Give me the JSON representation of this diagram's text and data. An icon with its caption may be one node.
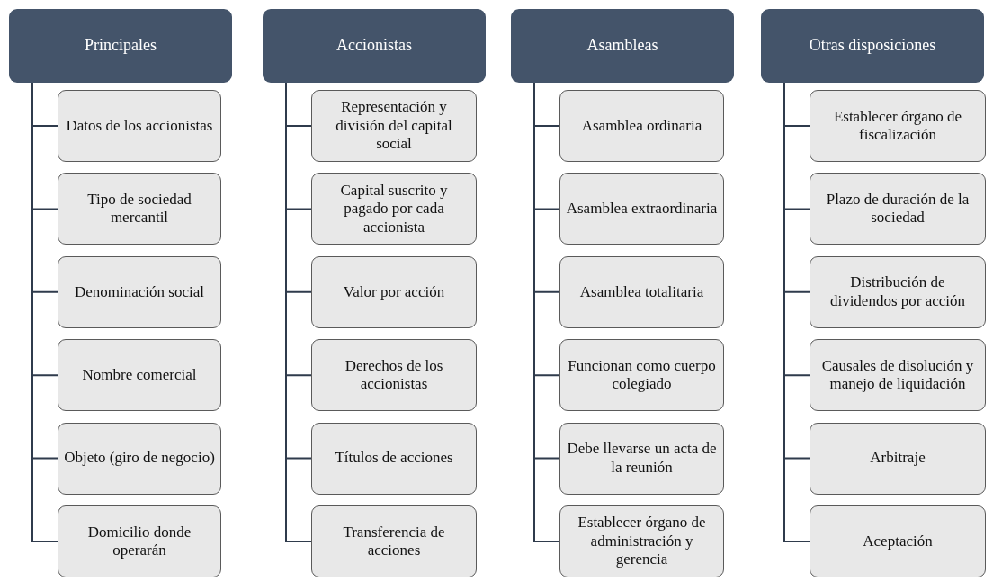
{
  "diagram": {
    "nodes": [
      {
        "text": [
          "Principales"
        ]
      },
      {
        "text": [
          "Datos de los accionistas"
        ]
      },
      {
        "text": [
          "Tipo de sociedad mercantil"
        ]
      },
      {
        "text": [
          "Denominación social"
        ]
      },
      {
        "text": [
          "Nombre comercial"
        ]
      },
      {
        "text": [
          "Objeto (giro de negocio)"
        ]
      },
      {
        "text": [
          "Domicilio donde operarán"
        ]
      },
      {
        "text": [
          "Accionistas"
        ]
      },
      {
        "text": [
          "Representación y división del capital social"
        ]
      },
      {
        "text": [
          "Capital suscrito y pagado por cada accionista"
        ]
      },
      {
        "text": [
          "Valor por acción"
        ]
      },
      {
        "text": [
          "Derechos de los accionistas"
        ]
      },
      {
        "text": [
          "Títulos de acciones"
        ]
      },
      {
        "text": [
          "Transferencia de acciones"
        ]
      },
      {
        "text": [
          "Asambleas"
        ]
      },
      {
        "text": [
          "Asamblea ordinaria"
        ]
      },
      {
        "text": [
          "Asamblea extraordinaria"
        ]
      },
      {
        "text": [
          "Asamblea totalitaria"
        ]
      },
      {
        "text": [
          "Funcionan como cuerpo colegiado"
        ]
      },
      {
        "text": [
          "Debe llevarse un acta de la reunión"
        ]
      },
      {
        "text": [
          "Establecer órgano de administración y gerencia"
        ]
      },
      {
        "text": [
          "Otras disposiciones"
        ]
      },
      {
        "text": [
          "Establecer órgano de fiscalización"
        ]
      },
      {
        "text": [
          "Plazo de duración de la sociedad"
        ]
      },
      {
        "text": [
          "Distribución de dividendos por acción"
        ]
      },
      {
        "text": [
          "Causales de disolución y manejo de liquidación"
        ]
      },
      {
        "text": [
          "Arbitraje"
        ]
      },
      {
        "text": [
          "Aceptación"
        ]
      }
    ],
    "edges": [
      {
        "from": 0,
        "to": 1,
        "arrow": "none"
      },
      {
        "from": 0,
        "to": 2,
        "arrow": "none"
      },
      {
        "from": 0,
        "to": 3,
        "arrow": "none"
      },
      {
        "from": 0,
        "to": 4,
        "arrow": "none"
      },
      {
        "from": 0,
        "to": 5,
        "arrow": "none"
      },
      {
        "from": 0,
        "to": 6,
        "arrow": "none"
      },
      {
        "from": 7,
        "to": 8,
        "arrow": "none"
      },
      {
        "from": 7,
        "to": 9,
        "arrow": "none"
      },
      {
        "from": 7,
        "to": 10,
        "arrow": "none"
      },
      {
        "from": 7,
        "to": 11,
        "arrow": "none"
      },
      {
        "from": 7,
        "to": 12,
        "arrow": "none"
      },
      {
        "from": 7,
        "to": 13,
        "arrow": "none"
      },
      {
        "from": 14,
        "to": 15,
        "arrow": "none"
      },
      {
        "from": 14,
        "to": 16,
        "arrow": "none"
      },
      {
        "from": 14,
        "to": 17,
        "arrow": "none"
      },
      {
        "from": 14,
        "to": 18,
        "arrow": "none"
      },
      {
        "from": 14,
        "to": 19,
        "arrow": "none"
      },
      {
        "from": 14,
        "to": 20,
        "arrow": "none"
      },
      {
        "from": 21,
        "to": 22,
        "arrow": "none"
      },
      {
        "from": 21,
        "to": 23,
        "arrow": "none"
      },
      {
        "from": 21,
        "to": 24,
        "arrow": "none"
      },
      {
        "from": 21,
        "to": 25,
        "arrow": "none"
      },
      {
        "from": 21,
        "to": 26,
        "arrow": "none"
      },
      {
        "from": 21,
        "to": 27,
        "arrow": "none"
      }
    ]
  }
}
